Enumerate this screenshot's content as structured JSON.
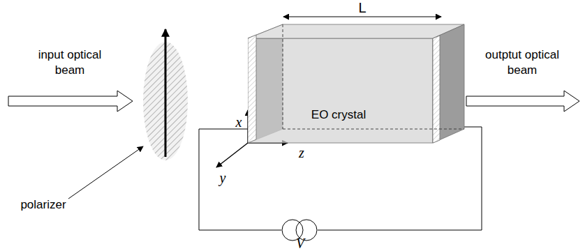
{
  "diagram": {
    "nodes": [
      {
        "text": [
          "EO crystal"
        ]
      }
    ],
    "labels": [
      "input optical beam",
      "outptut optical beam",
      "polarizer",
      "L",
      "x",
      "y",
      "z",
      "V"
    ]
  }
}
